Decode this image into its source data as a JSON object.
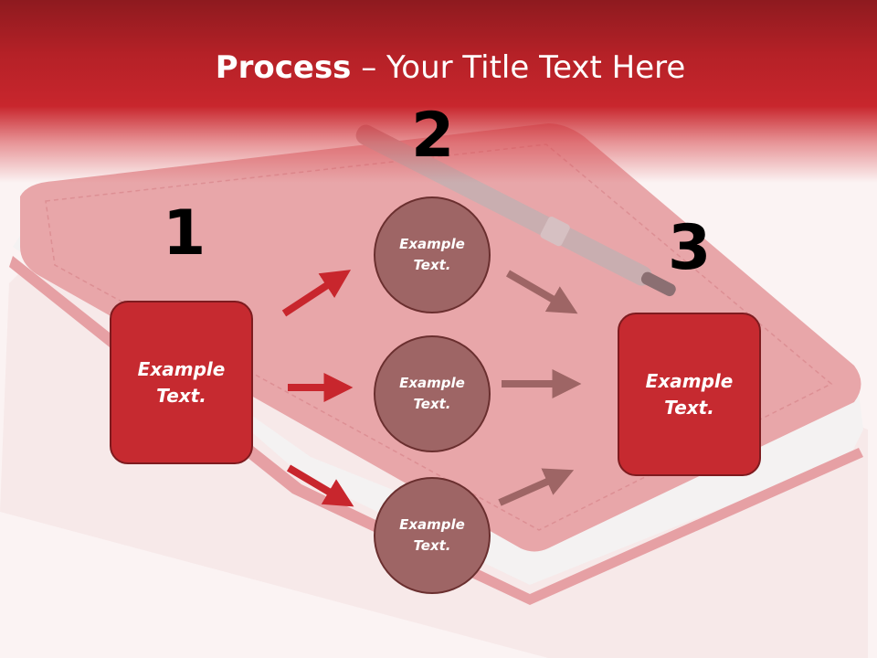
{
  "slide": {
    "title_bold": "Process",
    "title_rest": " – Your Title Text Here"
  },
  "steps": {
    "step1_number": "1",
    "step2_number": "2",
    "step3_number": "3"
  },
  "nodes": {
    "start_box": [
      "Example",
      "Text."
    ],
    "circle_top": [
      "Example",
      "Text."
    ],
    "circle_mid": [
      "Example",
      "Text."
    ],
    "circle_bottom": [
      "Example",
      "Text."
    ],
    "end_box": [
      "Example",
      "Text."
    ]
  },
  "colors": {
    "accent_red": "#c62a30",
    "circle_fill": "#9e6565",
    "arrow_red": "#c8262d",
    "arrow_brown": "#9e6565",
    "header_dark": "#8e1a1f"
  },
  "background": "red notebook with pen photo"
}
